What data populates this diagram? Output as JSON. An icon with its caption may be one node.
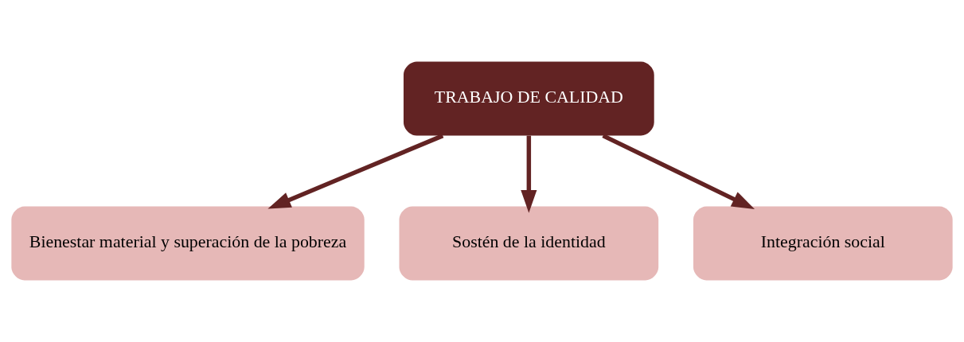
{
  "diagram": {
    "nodes": [
      {
        "text": [
          "TRABAJO DE CALIDAD"
        ]
      },
      {
        "text": [
          "Bienestar material y superación de la pobreza"
        ]
      },
      {
        "text": [
          "Sostén de la identidad"
        ]
      },
      {
        "text": [
          "Integración social"
        ]
      }
    ],
    "edges": [
      {
        "from": 0,
        "to": 1,
        "arrow": "to"
      },
      {
        "from": 0,
        "to": 2,
        "arrow": "to"
      },
      {
        "from": 0,
        "to": 3,
        "arrow": "to"
      }
    ]
  }
}
